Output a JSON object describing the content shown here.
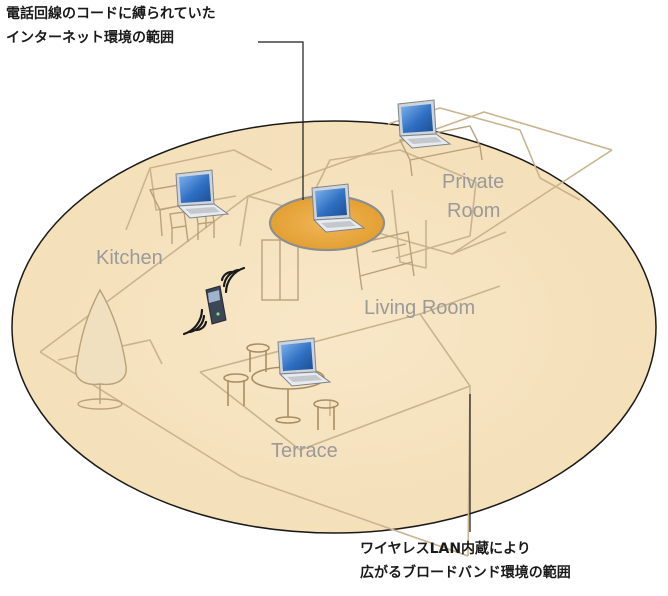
{
  "callouts": {
    "top": {
      "line1": "電話回線のコードに縛られていた",
      "line2": "インターネット環境の範囲"
    },
    "bottom": {
      "line1": "ワイヤレスLAN内蔵により",
      "line2": "広がるブロードバンド環境の範囲"
    }
  },
  "rooms": {
    "kitchen": "Kitchen",
    "private_line1": "Private",
    "private_line2": "Room",
    "living": "Living Room",
    "terrace": "Terrace"
  },
  "colors": {
    "wide_area_fill": "#f6e3bf",
    "wide_area_stroke": "#1a1a1a",
    "small_area_fill": "#e9a838",
    "small_area_stroke": "#8e8e8e",
    "furniture_line": "#c9b48f",
    "room_label": "#9a9a9a",
    "laptop_screen": "#2f6fc2",
    "laptop_body": "#dfe3e8"
  }
}
